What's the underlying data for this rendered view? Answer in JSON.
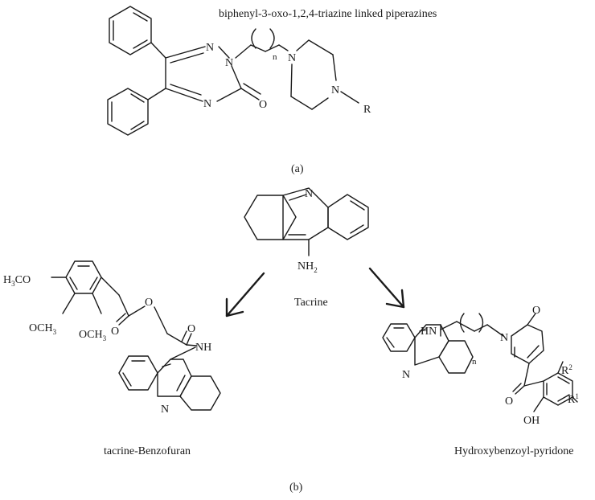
{
  "panel_a": {
    "title": "biphenyl-3-oxo-1,2,4-triazine linked piperazines",
    "label": "(a)",
    "atoms": {
      "n1": "N",
      "n2": "N",
      "n3": "N",
      "o": "O",
      "n_sub": "n",
      "pip_n1": "N",
      "pip_n2": "N",
      "r": "R"
    }
  },
  "panel_b": {
    "label": "(b)",
    "tacrine": {
      "name": "Tacrine",
      "ring_n": "N",
      "amine": "NH",
      "amine_sub": "2"
    },
    "benzofuran": {
      "name": "tacrine-Benzofuran",
      "h3co_a": "H",
      "h3co_sub": "3",
      "h3co_b": "CO",
      "och3_1a": "OCH",
      "och3_1sub": "3",
      "och3_2a": "OCH",
      "och3_2sub": "3",
      "ester_o": "O",
      "carbonyl_o1": "O",
      "carbonyl_o2": "O",
      "nh": "NH",
      "ring_n": "N"
    },
    "hydroxybenzoyl": {
      "name": "Hydroxybenzoyl-pyridone",
      "hn": "HN",
      "n_sub": "n",
      "pyridone_n": "N",
      "pyridone_o": "O",
      "ketone_o": "O",
      "ring_n": "N",
      "r2": "R",
      "r2_sup": "2",
      "r1": "R",
      "r1_sup": "1",
      "oh": "OH"
    }
  }
}
